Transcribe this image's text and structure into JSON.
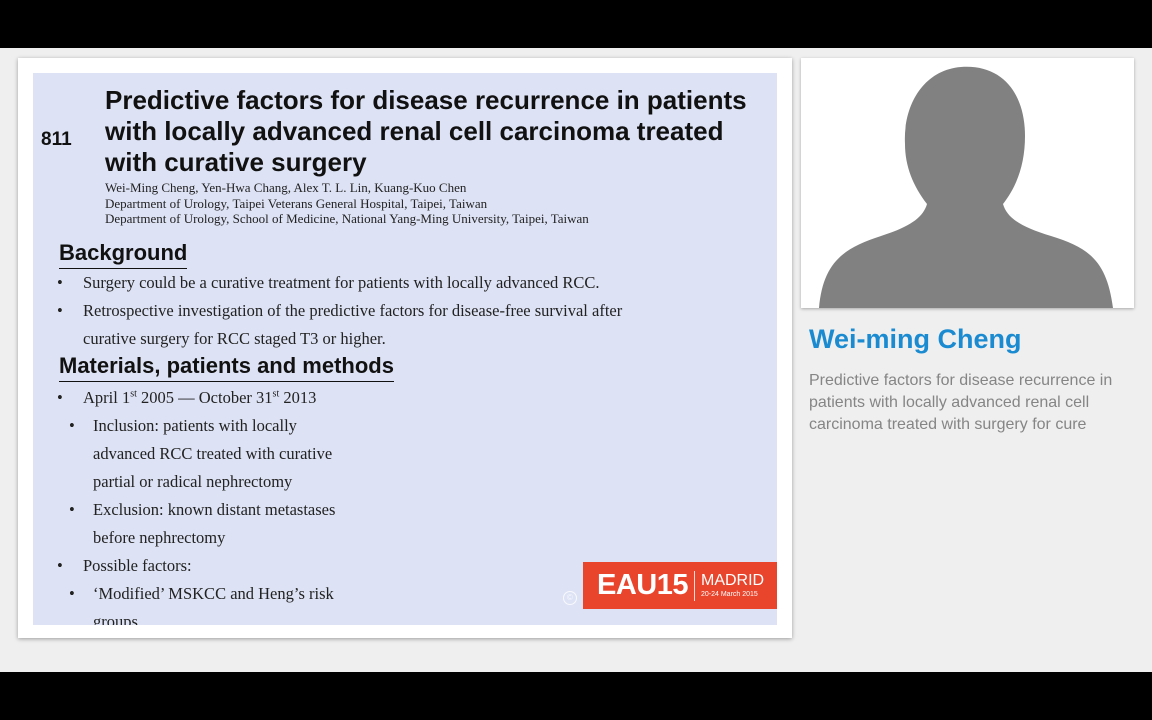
{
  "slide": {
    "abstract_number": "811",
    "title": "Predictive factors for disease recurrence in patients with locally advanced renal cell carcinoma treated with curative surgery",
    "authors": "Wei-Ming Cheng, Yen-Hwa Chang, Alex T. L. Lin, Kuang-Kuo Chen",
    "affiliation_1": "Department of Urology, Taipei Veterans General Hospital, Taipei, Taiwan",
    "affiliation_2": "Department of Urology, School of Medicine, National Yang-Ming University, Taipei, Taiwan",
    "background_heading": "Background",
    "background_bullets": [
      "Surgery could be a curative treatment for patients with locally advanced RCC.",
      "Retrospective investigation of the predictive factors for disease-free survival after",
      "curative surgery for RCC staged T3 or higher."
    ],
    "methods_heading": "Materials, patients and methods",
    "period": {
      "start_pre": "April 1",
      "start_sup": "st",
      "mid": " 2005 — October 31",
      "end_sup": "st",
      "end": " 2013"
    },
    "inclusion_lines": [
      "Inclusion: patients with locally",
      "advanced RCC treated with curative",
      "partial or radical nephrectomy"
    ],
    "exclusion_lines": [
      "Exclusion: known distant metastases",
      "before nephrectomy"
    ],
    "possible_factors": "Possible factors:",
    "risk_lines": [
      "‘Modified’ MSKCC and Heng’s risk",
      "groups"
    ],
    "logo": {
      "eau": "EAU15",
      "city": "MADRID",
      "date": "20-24 March 2015",
      "color": "#e8452c"
    }
  },
  "speaker": {
    "name": "Wei-ming Cheng",
    "description": "Predictive factors for disease recurrence in patients with locally advanced renal cell carcinoma treated with surgery for cure",
    "name_color": "#1b8bd1",
    "avatar_icon": "person-silhouette-icon"
  }
}
